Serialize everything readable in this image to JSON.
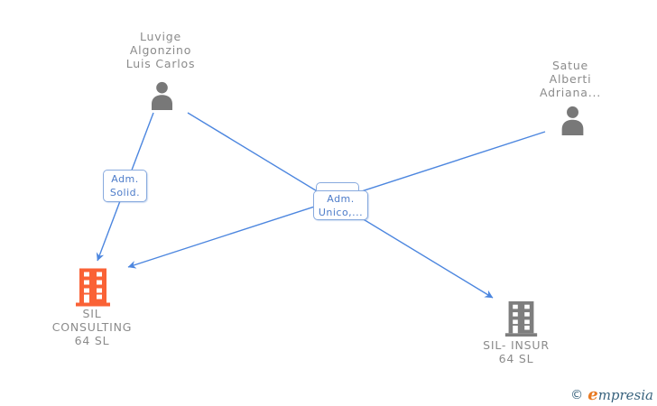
{
  "colors": {
    "background": "#ffffff",
    "edge": "#4c86df",
    "label_border": "#88aade",
    "label_text": "#4d7cc9",
    "node_text": "#8b8b8b",
    "person_icon": "#787878",
    "company_primary": "#fa6236",
    "company_secondary": "#7e7e7e",
    "brand_orange": "#e87a22",
    "brand_teal": "#39637e"
  },
  "diagram": {
    "persons": [
      {
        "lines": [
          "Luvige",
          "Algonzino",
          "Luis Carlos"
        ]
      },
      {
        "lines": [
          "Satue",
          "Alberti",
          "Adriana..."
        ]
      }
    ],
    "companies": [
      {
        "lines": [
          "SIL",
          "CONSULTING",
          "64 SL"
        ]
      },
      {
        "lines": [
          "SIL- INSUR",
          "64 SL"
        ]
      }
    ],
    "edge_labels": [
      {
        "lines": [
          "Adm.",
          "Solid."
        ]
      },
      {
        "lines": [
          "Adm.",
          "Unico,..."
        ]
      }
    ]
  },
  "footer": {
    "copyright_symbol": "©",
    "brand_initial": "e",
    "brand_rest": "mpresia"
  }
}
